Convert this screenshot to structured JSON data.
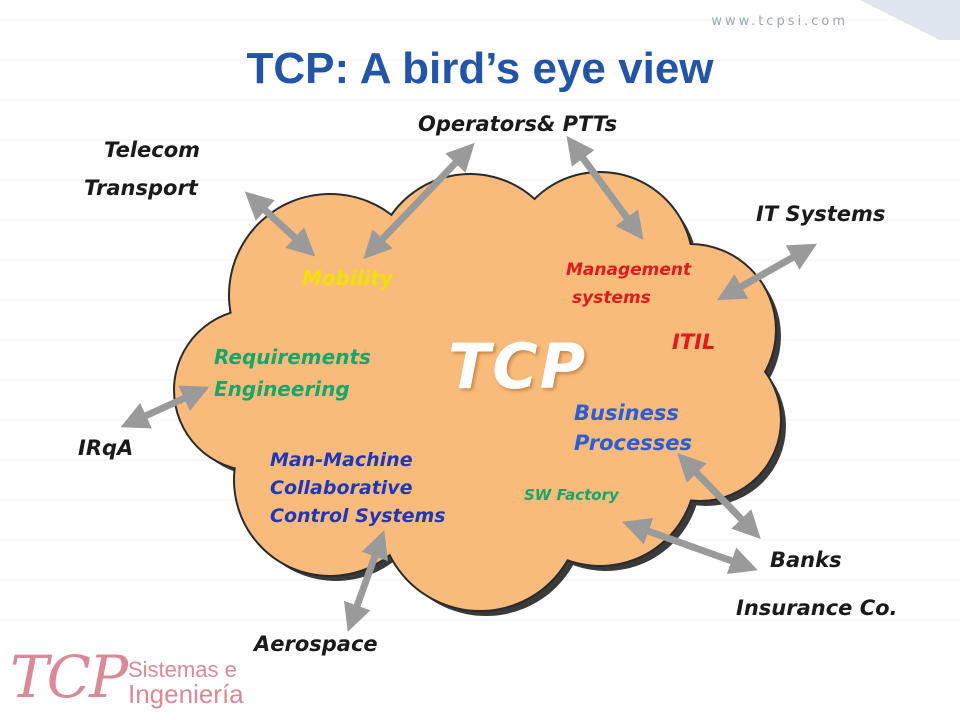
{
  "header": {
    "url": "www.tcpsi.com",
    "title": "TCP: A bird’s eye view"
  },
  "cloud": {
    "center_label": "TCP",
    "fill_color": "#f8bb7c",
    "inner": {
      "mobility": "Mobility",
      "management_1": "Management",
      "management_2": "systems",
      "itil": "ITIL",
      "req_1": "Requirements",
      "req_2": "Engineering",
      "business_1": "Business",
      "business_2": "Processes",
      "mmc_1": "Man-Machine",
      "mmc_2": "Collaborative",
      "mmc_3": "Control Systems",
      "sw_factory": "SW Factory"
    }
  },
  "outer": {
    "telecom": "Telecom",
    "transport": "Transport",
    "operators": "Operators& PTTs",
    "it_systems": "IT Systems",
    "irqa": "IRqA",
    "banks": "Banks",
    "insurance": "Insurance Co.",
    "aerospace": "Aerospace"
  },
  "logo": {
    "mark": "TCP",
    "line1": "Sistemas e",
    "line2": "Ingeniería"
  },
  "icons": [
    "double-arrow-icon",
    "tcp-logo-icon"
  ]
}
